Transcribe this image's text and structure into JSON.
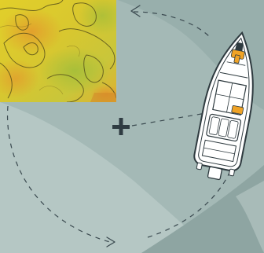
{
  "scene": {
    "icons": {
      "map": "fishing-map-inset",
      "boat": "boat-top-view",
      "center": "crosshair-plus",
      "route": "dashed-circle-route"
    },
    "colors": {
      "sea_light": "#b7c8c6",
      "sea_mid": "#a3b8b5",
      "sea_dark": "#8fa6a3",
      "path": "#3a4850",
      "boat_hull": "#ffffff",
      "boat_outline": "#2e3a3f",
      "boat_accent": "#f0a326",
      "map_yellow": "#e9d72a",
      "map_green": "#b7c43a",
      "map_orange": "#e29a2d"
    }
  }
}
